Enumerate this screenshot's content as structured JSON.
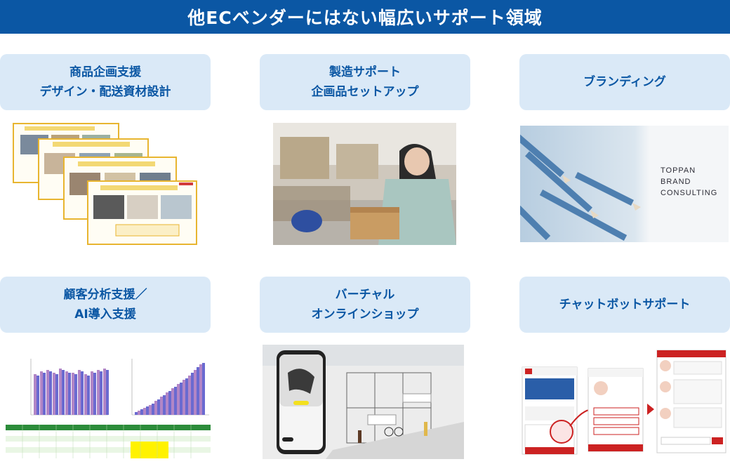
{
  "header": {
    "title": "他ECベンダーにはない幅広いサポート領域"
  },
  "cards": [
    {
      "line1": "商品企画支援",
      "line2": "デザイン・配送資材設計"
    },
    {
      "line1": "製造サポート",
      "line2": "企画品セットアップ"
    },
    {
      "line1": "ブランディング",
      "line2": ""
    },
    {
      "line1": "顧客分析支援／",
      "line2": "AI導入支援"
    },
    {
      "line1": "バーチャル",
      "line2": "オンラインショップ"
    },
    {
      "line1": "チャットボットサポート",
      "line2": ""
    }
  ],
  "branding_image": {
    "line1": "TOPPAN BRAND",
    "line2": "CONSULTING"
  },
  "colors": {
    "banner": "#0b57a4",
    "card_bg": "#dae9f7",
    "card_text": "#0b57a4"
  }
}
